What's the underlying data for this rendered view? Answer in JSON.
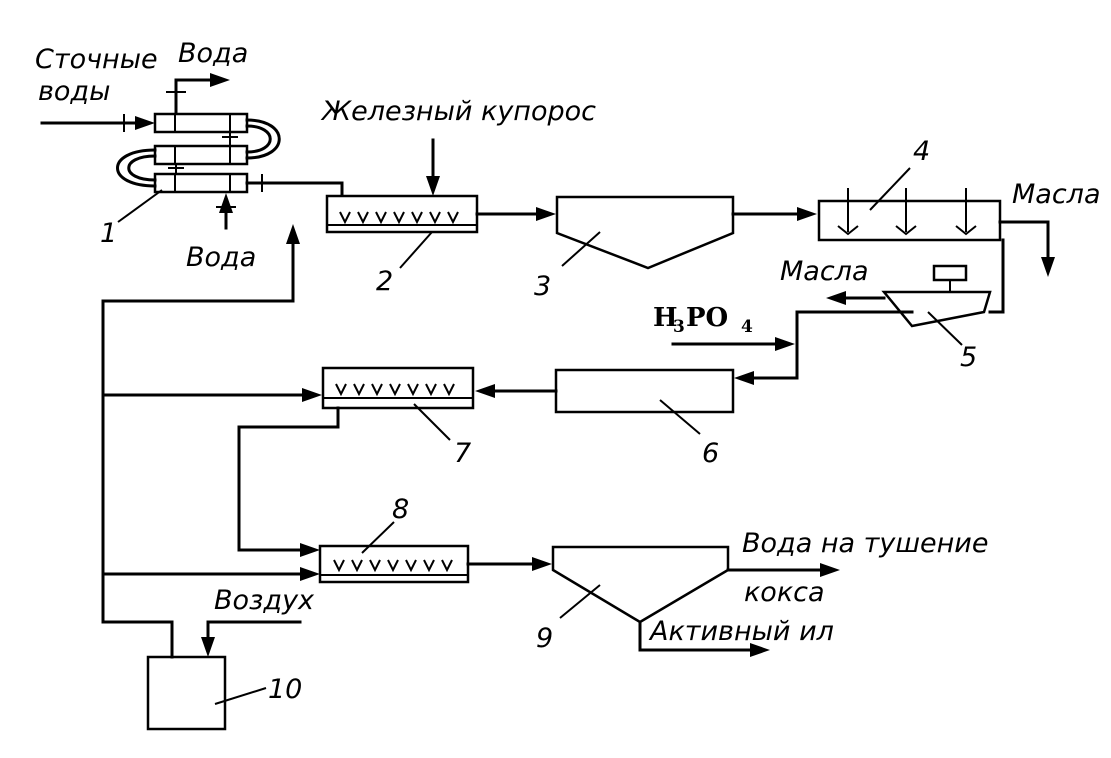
{
  "labels": {
    "wastewater_line1": "Сточные",
    "wastewater_line2": "воды",
    "water_out": "Вода",
    "water_in": "Вода",
    "iron_sulfate": "Железный купорос",
    "oils_top": "Масла",
    "oils_mid": "Масла",
    "acid_main": "H",
    "acid_sub1": "3",
    "acid_mid": "PO",
    "acid_sub2": "4",
    "water_quench_line1": "Вода на тушение",
    "water_quench_line2": "кокса",
    "activated_sludge": "Активный ил",
    "air": "Воздух"
  },
  "numbers": {
    "n1": "1",
    "n2": "2",
    "n3": "3",
    "n4": "4",
    "n5": "5",
    "n6": "6",
    "n7": "7",
    "n8": "8",
    "n9": "9",
    "n10": "10"
  }
}
